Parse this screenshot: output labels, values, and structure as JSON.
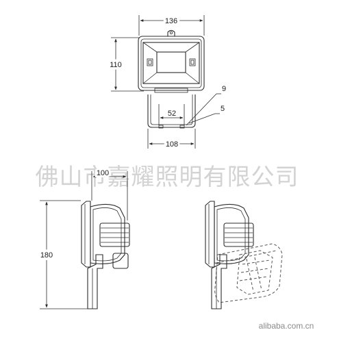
{
  "front_view": {
    "width_label": "136",
    "height_label": "110",
    "callout_9": "9",
    "callout_5": "5",
    "spacing_label": "52",
    "bracket_width_label": "108"
  },
  "side_view": {
    "depth_label": "100",
    "height_label": "180"
  },
  "watermark": {
    "company": "佛山市嘉耀照明有限公司",
    "site": "alibaba.com.cn"
  },
  "colors": {
    "line": "#2b2b2b",
    "watermark": "#d3d3d3"
  }
}
